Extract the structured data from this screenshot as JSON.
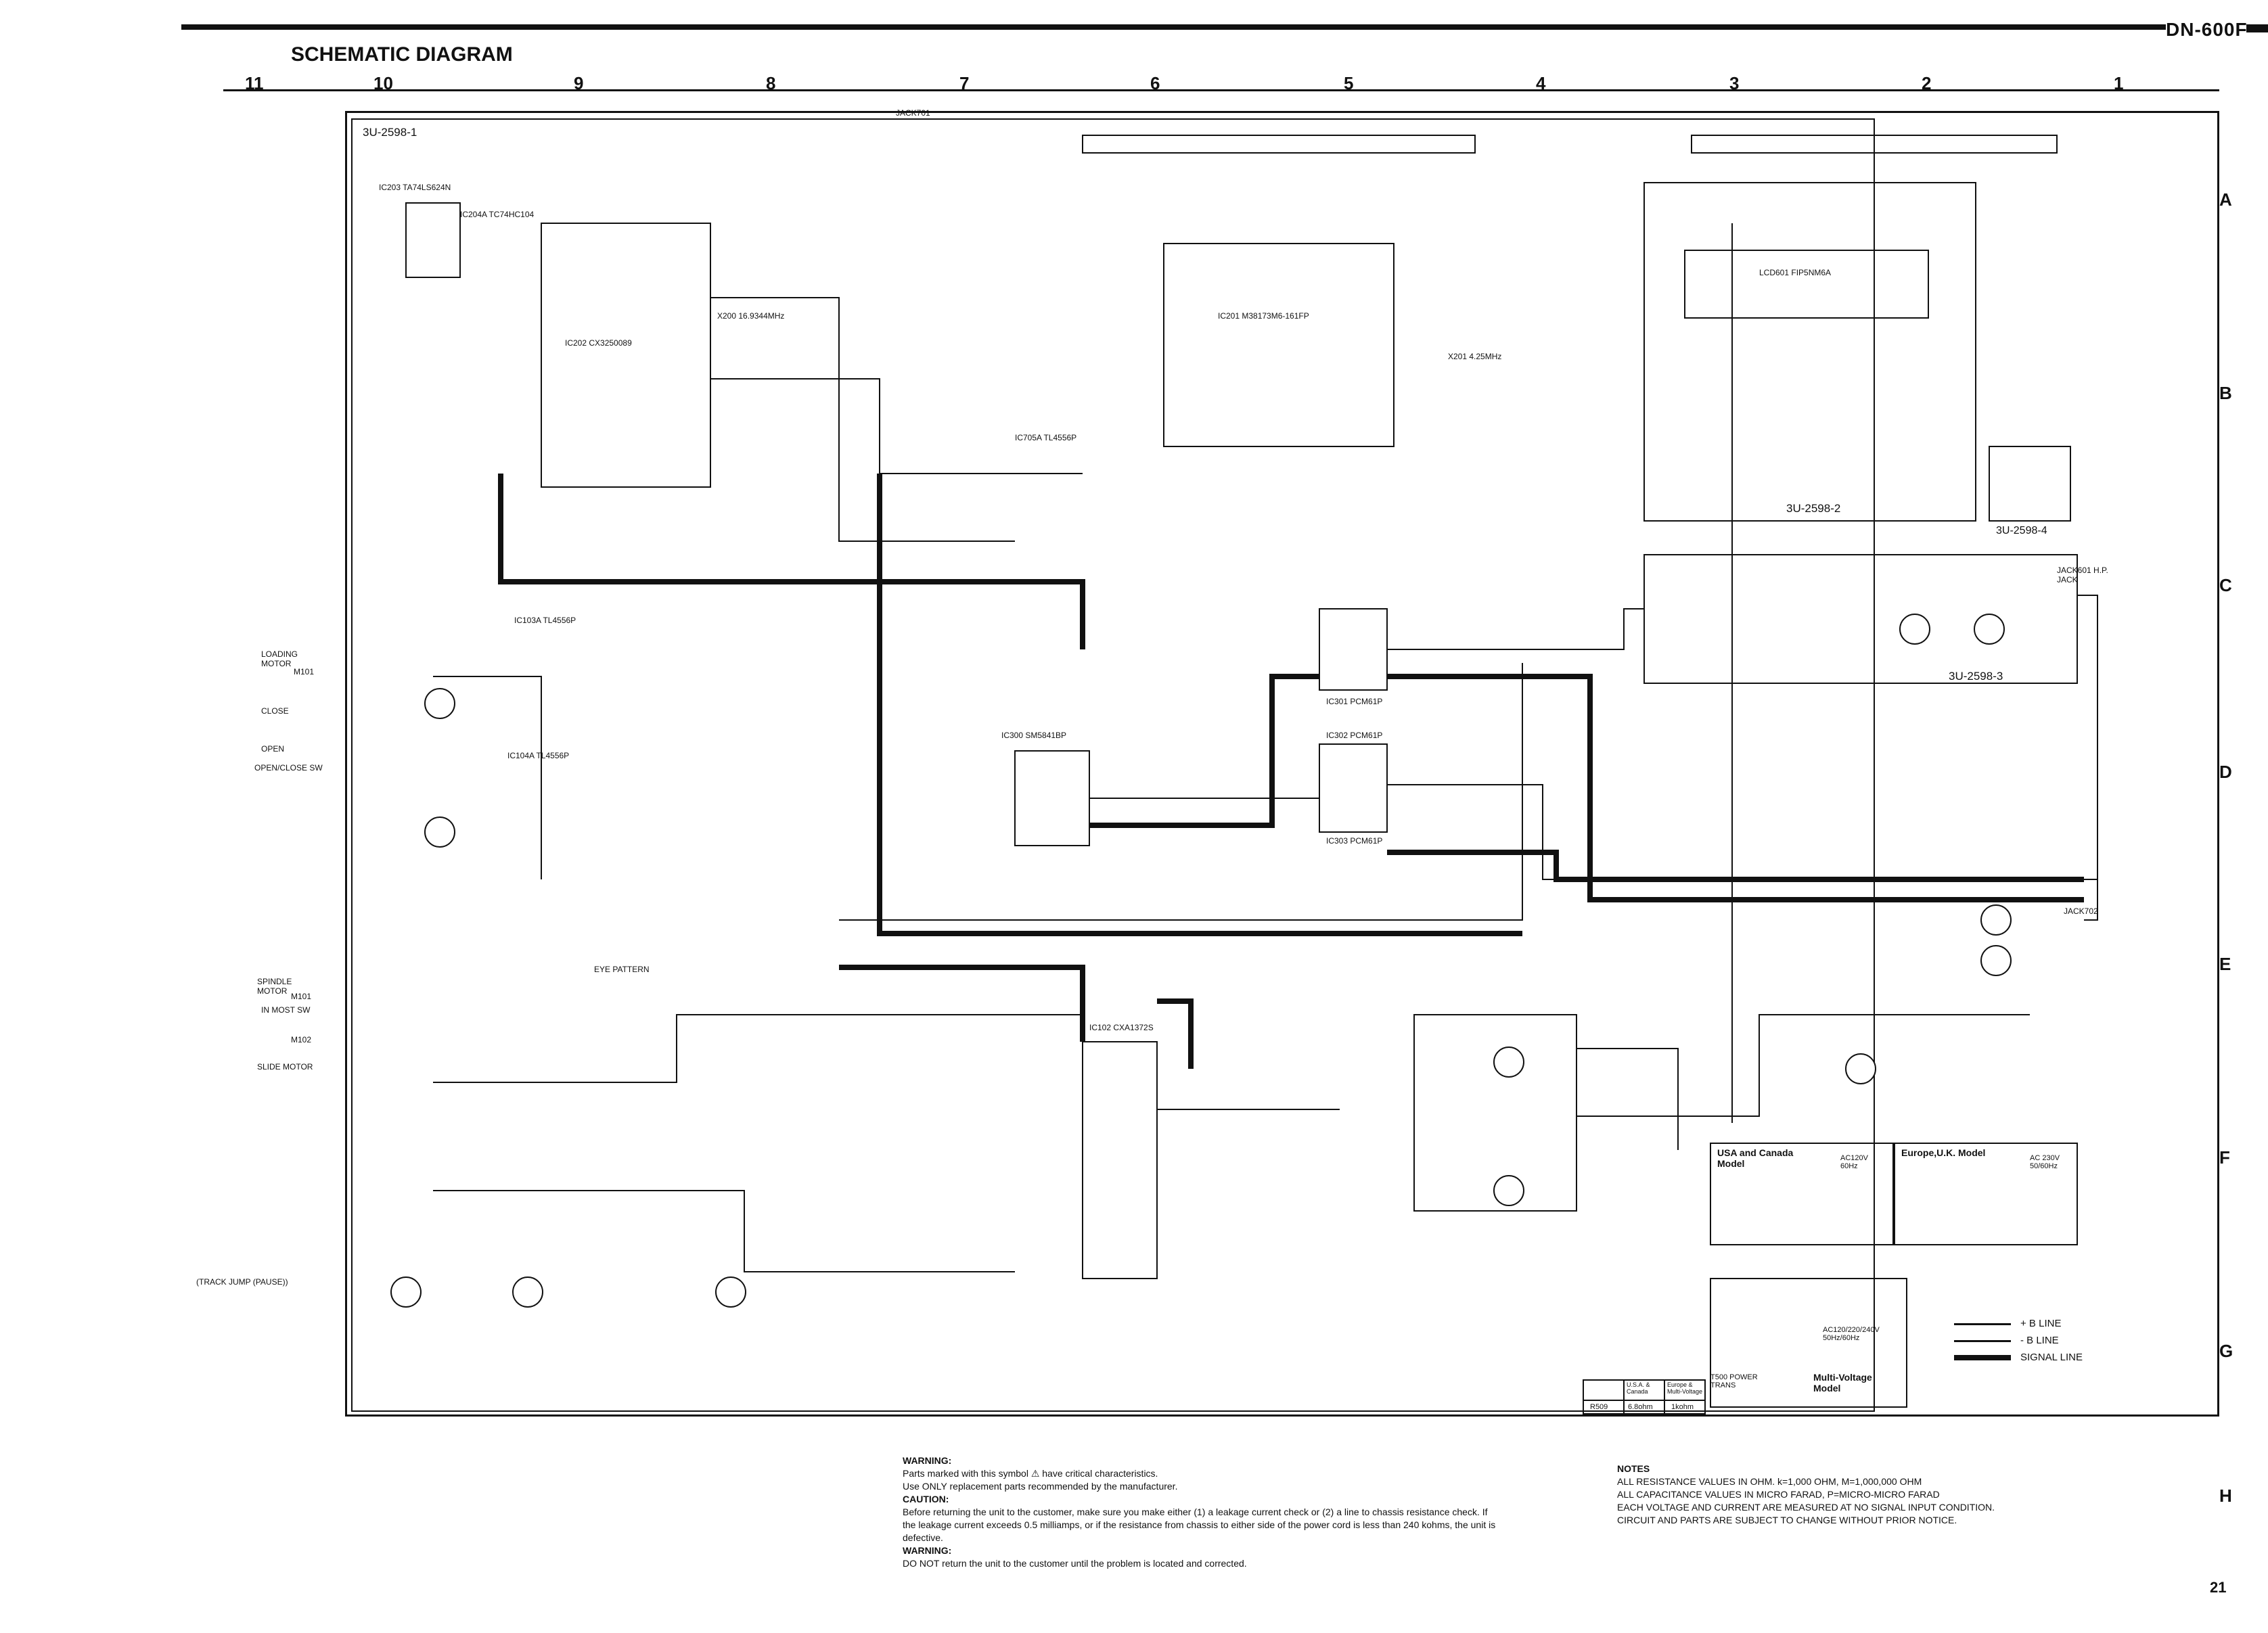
{
  "model": "DN-600F",
  "title": "SCHEMATIC DIAGRAM",
  "column_labels": [
    "11",
    "10",
    "9",
    "8",
    "7",
    "6",
    "5",
    "4",
    "3",
    "2",
    "1"
  ],
  "row_labels": [
    "A",
    "B",
    "C",
    "D",
    "E",
    "F",
    "G",
    "H"
  ],
  "boards": {
    "main": "3U-2598-1",
    "front": "3U-2598-2",
    "headphone": "3U-2598-3",
    "power_sw": "3U-2598-4"
  },
  "blocks": {
    "ic202": "IC202 CX3250089",
    "ic201": "IC201 M38173M6-161FP",
    "ic102": "IC102 CXA1372S",
    "ic300": "IC300 SM5841BP",
    "ic301": "IC301 PCM61P",
    "ic302": "IC302 PCM61P",
    "ic303": "IC303 PCM61P",
    "lcd": "LCD601 FIP5NM6A",
    "ic705": "IC705A TL4556P",
    "ic103a": "IC103A TL4556P",
    "ic104a": "IC104A TL4556P",
    "ic203": "IC203 TA74LS624N",
    "ic204": "IC204A TC74HC104",
    "x200": "X200 16.9344MHz",
    "x201": "X201 4.25MHz"
  },
  "loading_motor": {
    "name": "LOADING MOTOR",
    "ref": "M101",
    "sw_close": "CLOSE",
    "sw_open": "OPEN",
    "sw_label": "OPEN/CLOSE SW"
  },
  "spindle_motor": {
    "name": "SPINDLE MOTOR",
    "ref": "M101",
    "slide": "SLIDE MOTOR",
    "slide_ref": "M102",
    "inmost": "IN MOST SW"
  },
  "track_jump": "(TRACK JUMP (PAUSE))",
  "eye_pattern": "EYE PATTERN",
  "jacks": {
    "headphone": "JACK601 H.P. JACK",
    "out": "JACK702",
    "jack701": "JACK701"
  },
  "power_models": {
    "usa": "USA and Canada Model",
    "europe": "Europe,U.K. Model",
    "multi": "Multi-Voltage Model",
    "trans": "T500 POWER TRANS",
    "usa_ac": "AC120V 60Hz",
    "eu_ac": "AC 230V 50/60Hz",
    "multi_ac": "AC120/220/240V 50Hz/60Hz"
  },
  "r509_table": {
    "col1": "U.S.A. & Canada",
    "col2": "Europe & Multi-Voltage",
    "row": "R509",
    "v1": "6.8ohm",
    "v2": "1kohm"
  },
  "legend": [
    {
      "label": "+ B LINE"
    },
    {
      "label": "- B LINE"
    },
    {
      "label": "SIGNAL LINE"
    }
  ],
  "warning1": {
    "head": "WARNING:",
    "lines": [
      "Parts marked with this symbol ⚠ have critical characteristics.",
      "Use ONLY replacement parts recommended by the manufacturer."
    ]
  },
  "caution": {
    "head": "CAUTION:",
    "lines": [
      "Before returning the unit to the customer, make sure you make either (1) a leakage current check or (2) a line to chassis resistance check. If",
      "the leakage current exceeds 0.5 milliamps, or if the resistance from chassis to either side of the power cord is less than 240 kohms, the unit is",
      "defective."
    ]
  },
  "warning2": {
    "head": "WARNING:",
    "lines": [
      "DO NOT return the unit to the customer until the problem is located and corrected."
    ]
  },
  "notes": {
    "head": "NOTES",
    "lines": [
      "ALL RESISTANCE VALUES IN OHM. k=1,000 OHM, M=1,000,000 OHM",
      "ALL CAPACITANCE VALUES IN MICRO FARAD, P=MICRO-MICRO FARAD",
      "EACH VOLTAGE AND CURRENT ARE MEASURED AT NO SIGNAL INPUT CONDITION.",
      "CIRCUIT AND PARTS ARE SUBJECT TO CHANGE WITHOUT PRIOR NOTICE."
    ]
  },
  "page_number": "21"
}
